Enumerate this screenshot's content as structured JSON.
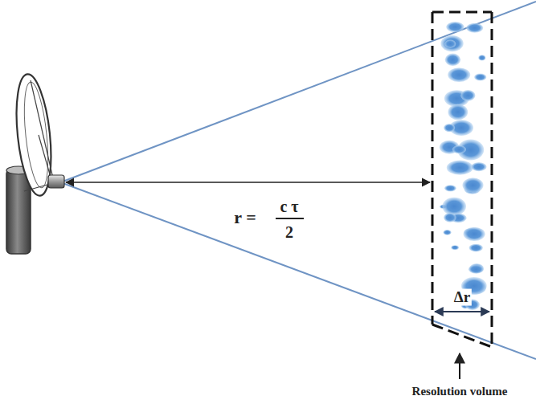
{
  "diagram": {
    "labels": [
      "r =",
      "c τ",
      "2",
      "Δr",
      "Resolution volume"
    ]
  }
}
